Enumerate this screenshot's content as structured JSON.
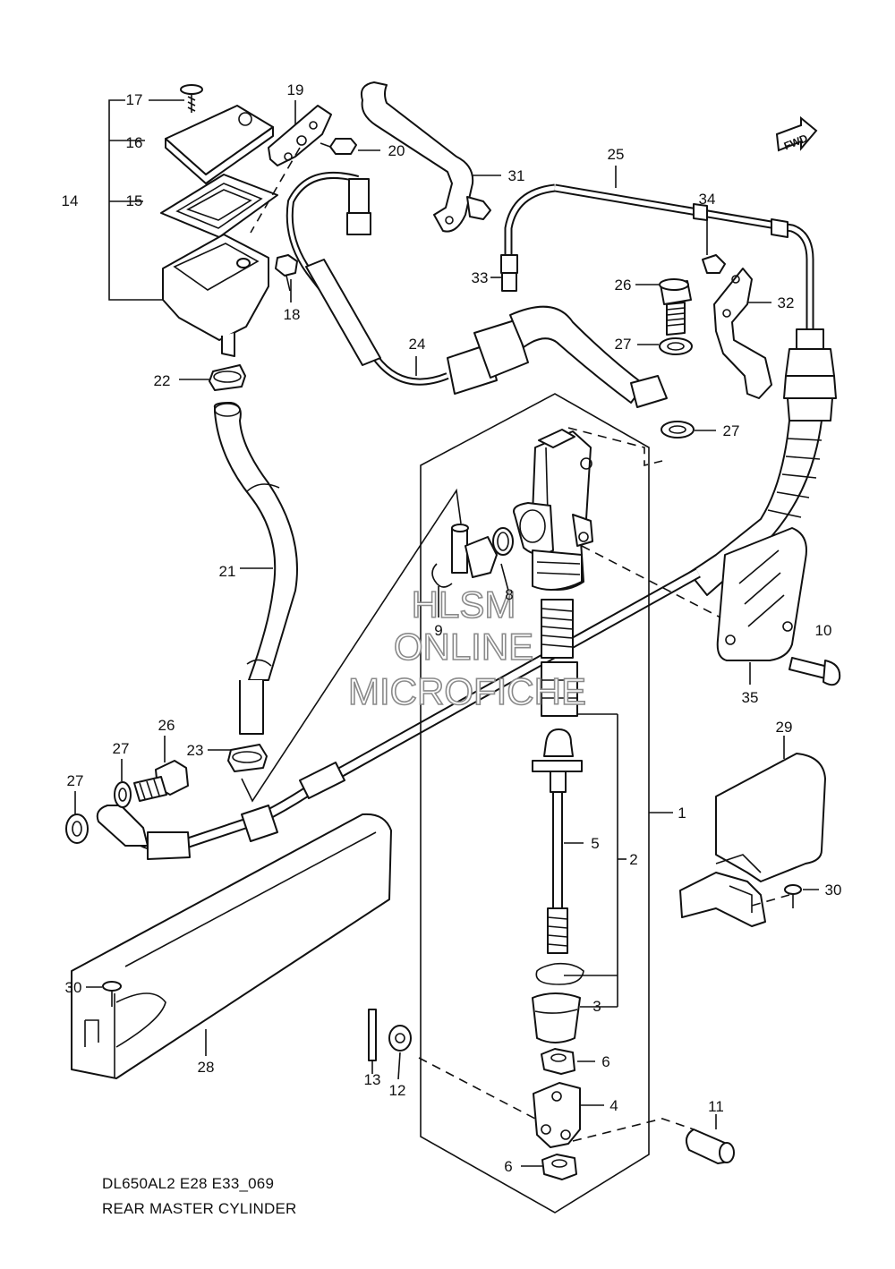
{
  "diagram": {
    "code": "DL650AL2 E28 E33_069",
    "title": "REAR MASTER CYLINDER",
    "fwd_label": "FWD",
    "watermark": [
      "HLSM",
      "ONLINE",
      "MICROFICHE"
    ]
  },
  "callouts": [
    {
      "id": "c1",
      "text": "1"
    },
    {
      "id": "c2",
      "text": "2"
    },
    {
      "id": "c3",
      "text": "3"
    },
    {
      "id": "c4",
      "text": "4"
    },
    {
      "id": "c5",
      "text": "5"
    },
    {
      "id": "c6a",
      "text": "6"
    },
    {
      "id": "c6b",
      "text": "6"
    },
    {
      "id": "c8",
      "text": "8"
    },
    {
      "id": "c9",
      "text": "9"
    },
    {
      "id": "c10",
      "text": "10"
    },
    {
      "id": "c11",
      "text": "11"
    },
    {
      "id": "c12",
      "text": "12"
    },
    {
      "id": "c13",
      "text": "13"
    },
    {
      "id": "c14",
      "text": "14"
    },
    {
      "id": "c15",
      "text": "15"
    },
    {
      "id": "c16",
      "text": "16"
    },
    {
      "id": "c17",
      "text": "17"
    },
    {
      "id": "c18",
      "text": "18"
    },
    {
      "id": "c19",
      "text": "19"
    },
    {
      "id": "c20",
      "text": "20"
    },
    {
      "id": "c21",
      "text": "21"
    },
    {
      "id": "c22",
      "text": "22"
    },
    {
      "id": "c23",
      "text": "23"
    },
    {
      "id": "c24",
      "text": "24"
    },
    {
      "id": "c25",
      "text": "25"
    },
    {
      "id": "c26a",
      "text": "26"
    },
    {
      "id": "c26b",
      "text": "26"
    },
    {
      "id": "c27a",
      "text": "27"
    },
    {
      "id": "c27b",
      "text": "27"
    },
    {
      "id": "c27c",
      "text": "27"
    },
    {
      "id": "c27d",
      "text": "27"
    },
    {
      "id": "c28",
      "text": "28"
    },
    {
      "id": "c29",
      "text": "29"
    },
    {
      "id": "c30a",
      "text": "30"
    },
    {
      "id": "c30b",
      "text": "30"
    },
    {
      "id": "c31",
      "text": "31"
    },
    {
      "id": "c32",
      "text": "32"
    },
    {
      "id": "c33",
      "text": "33"
    },
    {
      "id": "c34",
      "text": "34"
    },
    {
      "id": "c35",
      "text": "35"
    }
  ]
}
